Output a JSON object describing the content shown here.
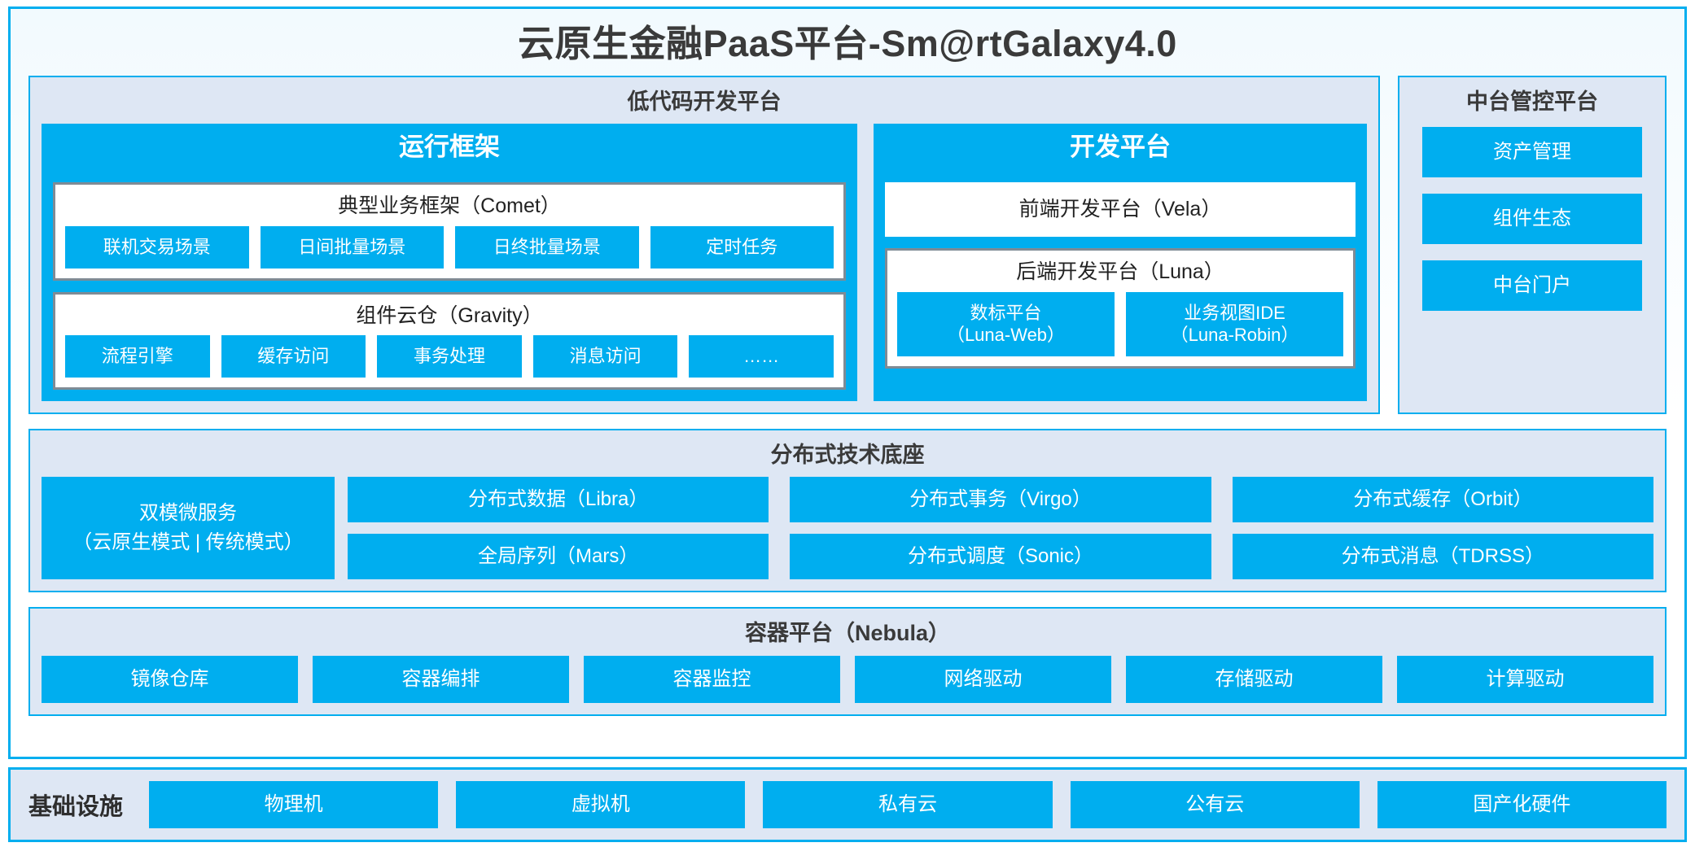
{
  "title": "云原生金融PaaS平台-Sm@rtGalaxy4.0",
  "colors": {
    "accent_blue": "#00AEEF",
    "panel_bg": "#DEE7F4",
    "card_border_grey": "#7F8B95",
    "text_dark": "#3A3A3A",
    "white": "#FFFFFF"
  },
  "lowcode": {
    "title": "低代码开发平台",
    "runtime": {
      "title": "运行框架",
      "comet": {
        "title": "典型业务框架（Comet）",
        "items": [
          "联机交易场景",
          "日间批量场景",
          "日终批量场景",
          "定时任务"
        ]
      },
      "gravity": {
        "title": "组件云仓（Gravity）",
        "items": [
          "流程引擎",
          "缓存访问",
          "事务处理",
          "消息访问",
          "……"
        ]
      }
    },
    "devplatform": {
      "title": "开发平台",
      "frontend": "前端开发平台（Vela）",
      "backend": {
        "title": "后端开发平台（Luna）",
        "items": [
          {
            "name": "数标平台",
            "code": "（Luna-Web）"
          },
          {
            "name": "业务视图IDE",
            "code": "（Luna-Robin）"
          }
        ]
      }
    }
  },
  "midend": {
    "title": "中台管控平台",
    "items": [
      "资产管理",
      "组件生态",
      "中台门户"
    ]
  },
  "tech_base": {
    "title": "分布式技术底座",
    "microservice": {
      "line1": "双模微服务",
      "line2": "（云原生模式 | 传统模式）"
    },
    "columns": [
      [
        "分布式数据（Libra）",
        "全局序列（Mars）"
      ],
      [
        "分布式事务（Virgo）",
        "分布式调度（Sonic）"
      ],
      [
        "分布式缓存（Orbit）",
        "分布式消息（TDRSS）"
      ]
    ]
  },
  "container": {
    "title": "容器平台（Nebula）",
    "items": [
      "镜像仓库",
      "容器编排",
      "容器监控",
      "网络驱动",
      "存储驱动",
      "计算驱动"
    ]
  },
  "infrastructure": {
    "label": "基础设施",
    "items": [
      "物理机",
      "虚拟机",
      "私有云",
      "公有云",
      "国产化硬件"
    ]
  }
}
